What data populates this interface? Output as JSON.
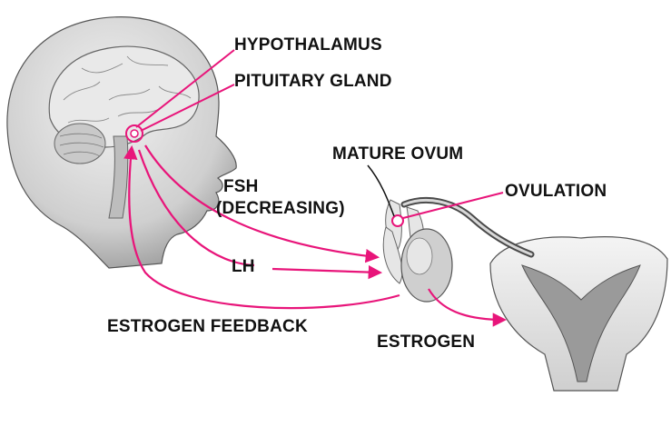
{
  "labels": {
    "hypothalamus": "HYPOTHALAMUS",
    "pituitary": "PITUITARY GLAND",
    "mature_ovum": "MATURE OVUM",
    "ovulation": "OVULATION",
    "fsh_line1": "FSH",
    "fsh_line2": "(DECREASING)",
    "lh": "LH",
    "estrogen_feedback": "ESTROGEN FEEDBACK",
    "estrogen": "ESTROGEN"
  },
  "colors": {
    "accent": "#e8157a",
    "ink": "#111111",
    "tissue": "#d6d6d6",
    "tissue_dark": "#8a8a8a"
  }
}
